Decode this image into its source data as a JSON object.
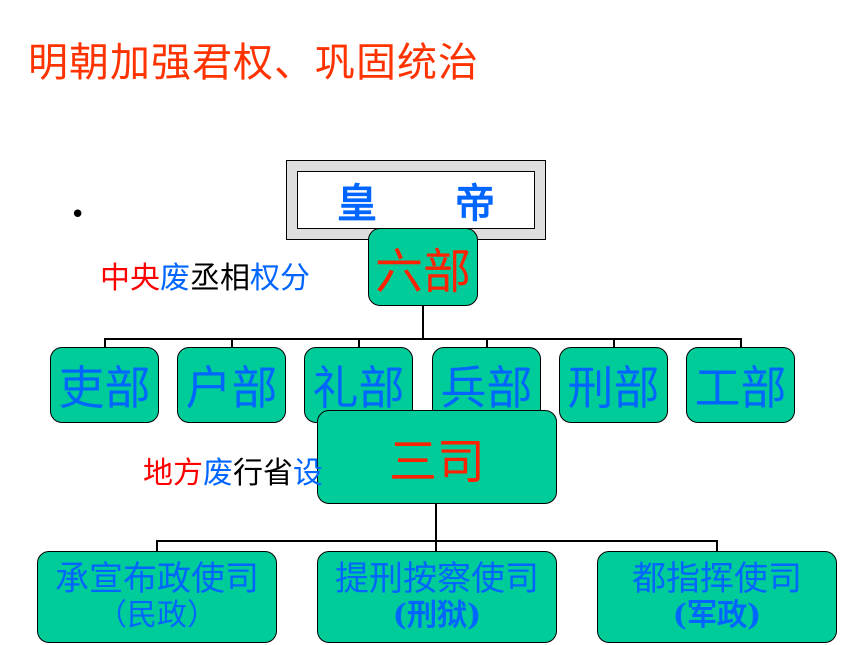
{
  "title": "明朝加强君权、巩固统治",
  "bullet": "•",
  "emperor": {
    "left": "皇",
    "right": "帝"
  },
  "central_note": [
    {
      "text": "中央",
      "color": "red"
    },
    {
      "text": "废",
      "color": "blue"
    },
    {
      "text": "丞相",
      "color": "black"
    },
    {
      "text": "权分",
      "color": "blue"
    }
  ],
  "six_ministries": {
    "label": "六部",
    "items": [
      "吏部",
      "户部",
      "礼部",
      "兵部",
      "刑部",
      "工部"
    ]
  },
  "local_note": [
    {
      "text": "地方",
      "color": "red"
    },
    {
      "text": "废",
      "color": "blue"
    },
    {
      "text": "行省",
      "color": "black"
    },
    {
      "text": "设",
      "color": "blue"
    }
  ],
  "three_offices": {
    "label": "三司",
    "items": [
      {
        "name": "承宣布政使司",
        "sub": "（民政）"
      },
      {
        "name": "提刑按察使司",
        "sub": "(刑狱)"
      },
      {
        "name": "都指挥使司",
        "sub": "(军政)"
      }
    ]
  }
}
